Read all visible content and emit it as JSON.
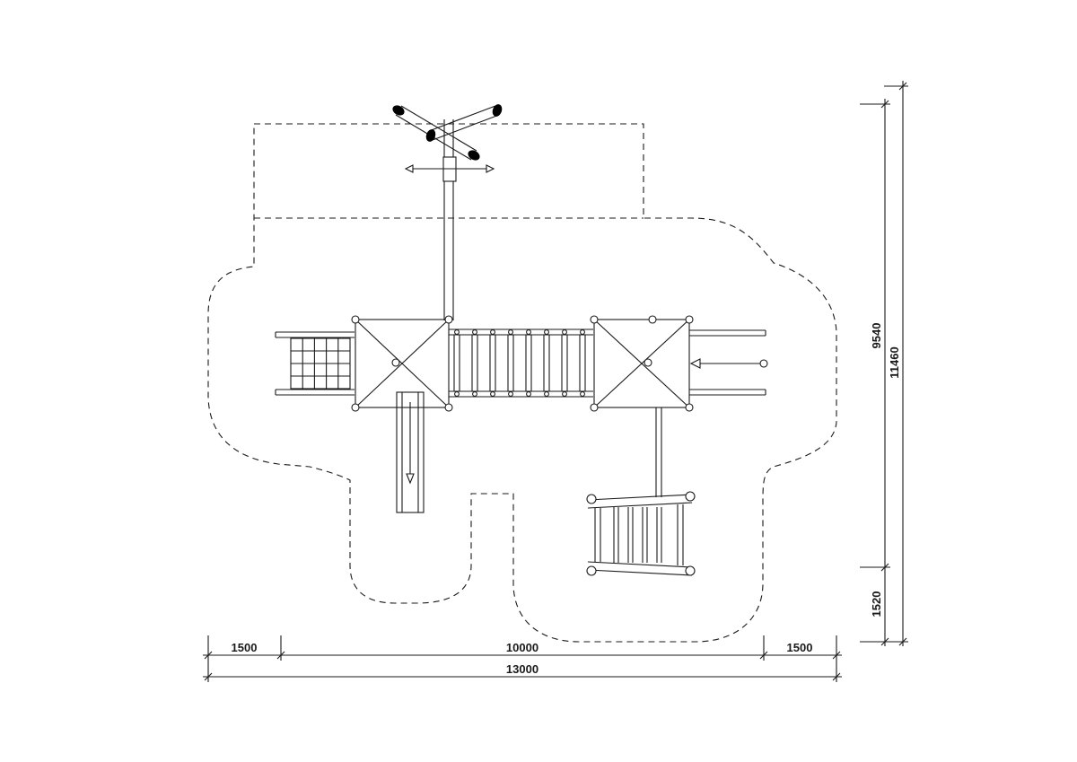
{
  "drawing": {
    "colors": {
      "line": "#1a1a1a",
      "background": "#ffffff"
    },
    "dimensions": {
      "bottom_left": "1500",
      "bottom_middle": "10000",
      "bottom_right": "1500",
      "bottom_total": "13000",
      "right_upper": "9540",
      "right_lower": "1520",
      "right_total": "11460"
    }
  }
}
